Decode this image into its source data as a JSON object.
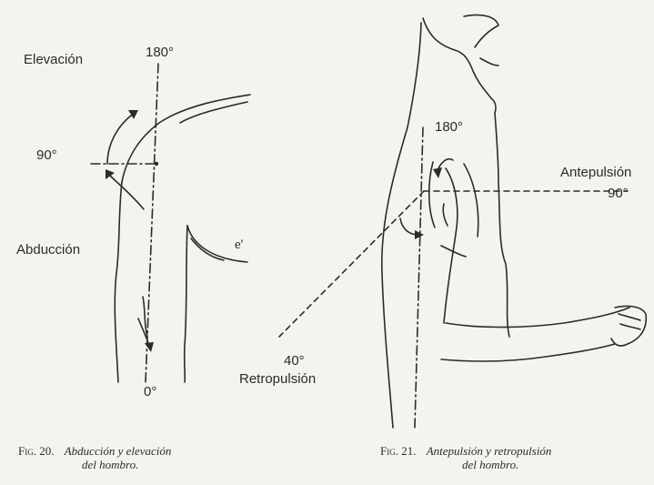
{
  "figure_left": {
    "labels": {
      "elevacion": "Elevación",
      "deg_180": "180°",
      "deg_90": "90°",
      "abduccion": "Abducción",
      "deg_0": "0°",
      "e": "e'"
    },
    "caption": {
      "fig": "Fig. 20.",
      "line1": "Abducción y elevación",
      "line2": "del hombro."
    }
  },
  "figure_right": {
    "labels": {
      "deg_180": "180°",
      "antepulsion": "Antepulsión",
      "deg_90": "90°",
      "deg_40": "40°",
      "retropulsion": "Retropulsión"
    },
    "caption": {
      "fig": "Fig. 21.",
      "line1": "Antepulsión y retropulsión",
      "line2": "del hombro."
    }
  },
  "colors": {
    "paper": "#f4f3ef",
    "ink": "#2b2b2b"
  }
}
